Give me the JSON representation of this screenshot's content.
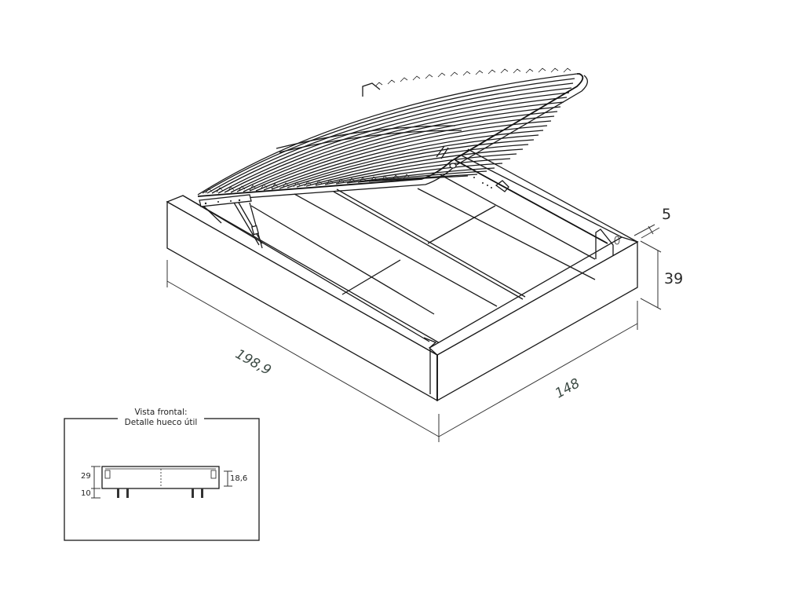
{
  "diagram": {
    "subject": "Canapé abatible (storage bed base) with lifted slatted frame",
    "colors": {
      "line": "#1a1a1a",
      "dimension_text": "#2a2a2a",
      "background": "#ffffff"
    }
  },
  "dimensions": {
    "length": "198,9",
    "width": "148",
    "height": "39",
    "top_edge": "5"
  },
  "inset": {
    "title_line1": "Vista frontal:",
    "title_line2": "Detalle hueco útil",
    "dim_box_height": "29",
    "dim_leg_height": "10",
    "dim_useful_height": "18,6"
  }
}
